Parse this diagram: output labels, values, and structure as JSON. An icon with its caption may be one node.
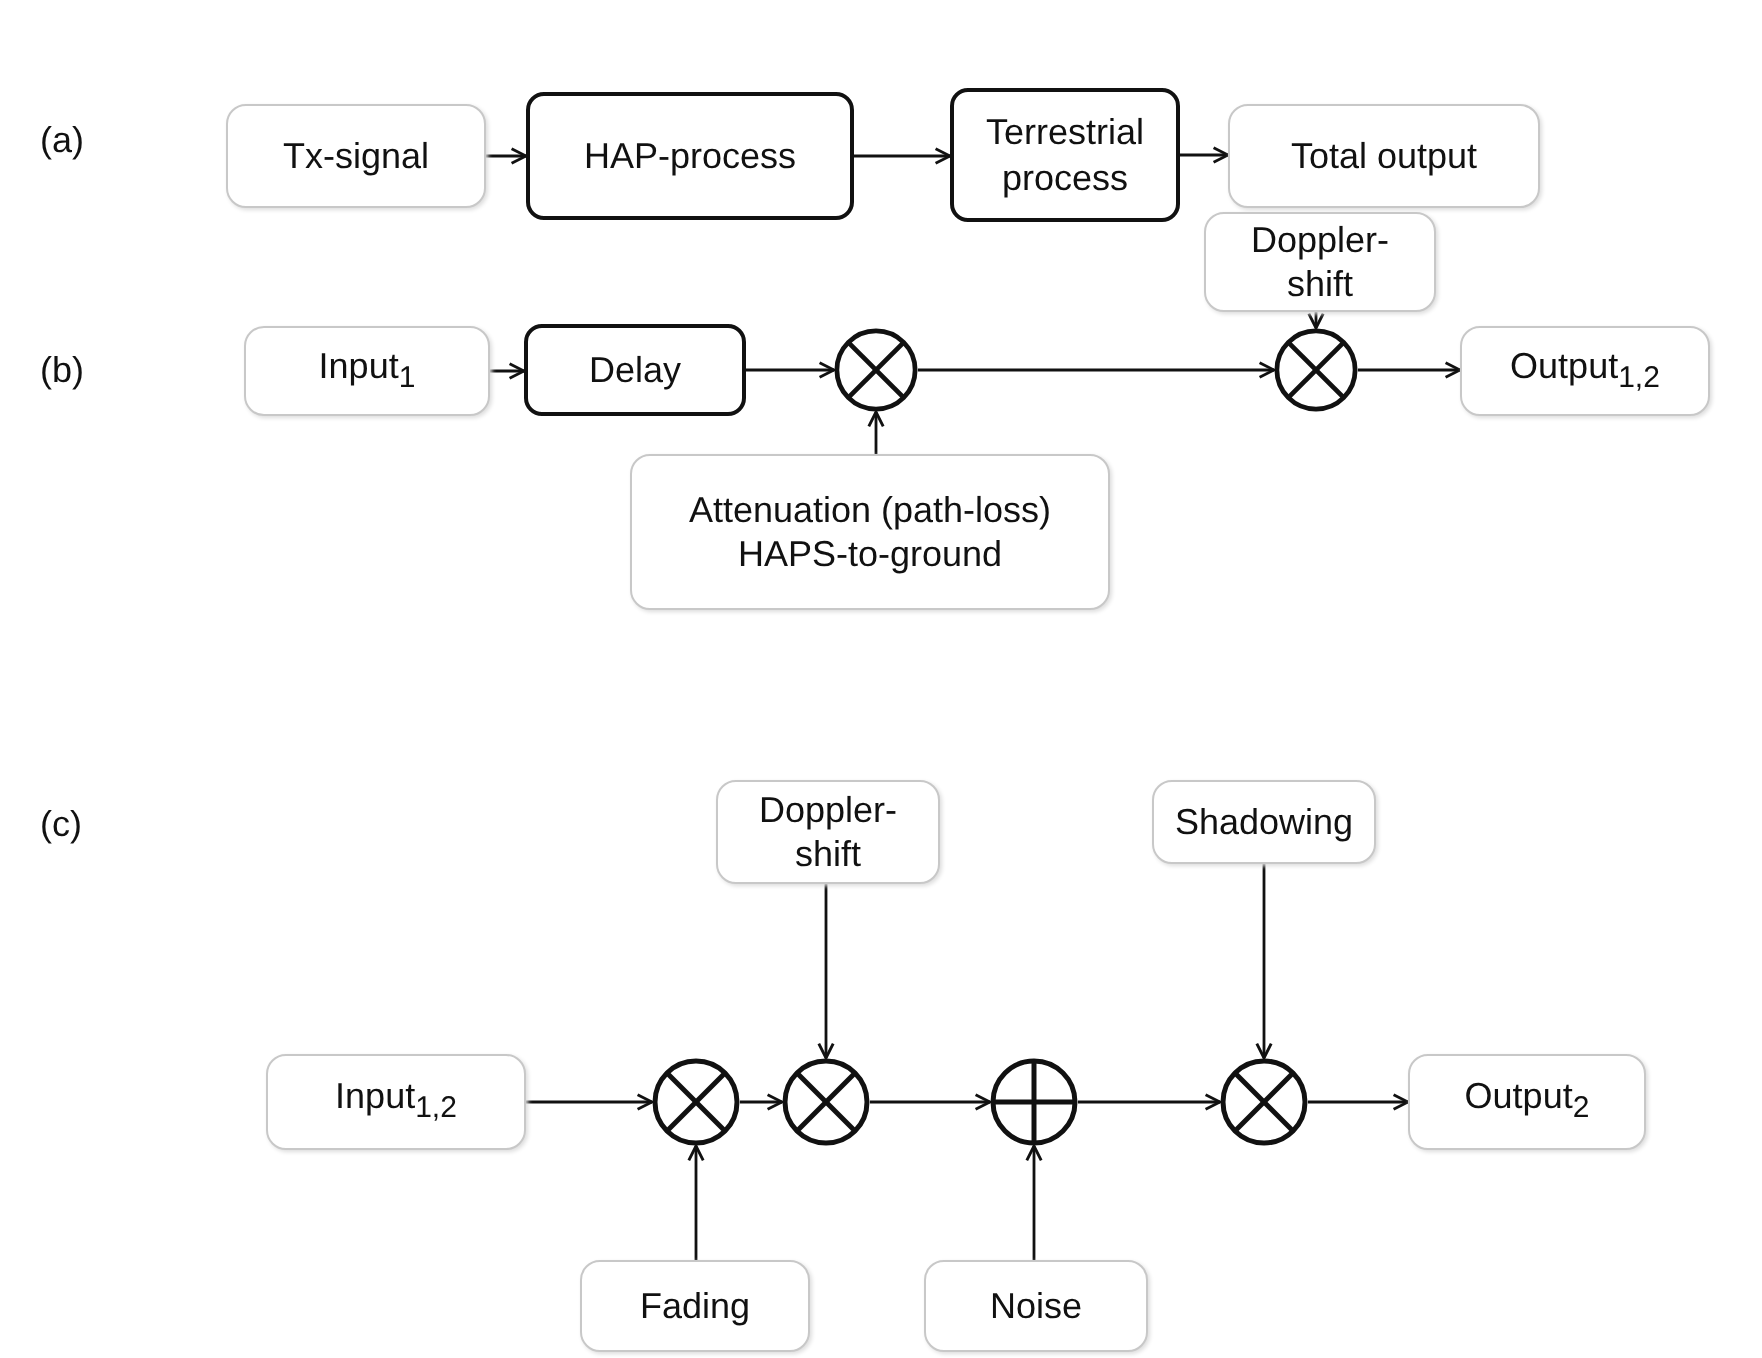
{
  "diagram": {
    "nodes": [
      {
        "text": [
          "Tx-signal"
        ]
      },
      {
        "text": [
          "HAP-process"
        ]
      },
      {
        "text": [
          "Terrestrial process"
        ]
      },
      {
        "text": [
          "Total output"
        ]
      },
      {
        "text": [
          "Doppler-shift"
        ]
      },
      {
        "text": [
          "Input$_{1}$"
        ]
      },
      {
        "text": [
          "Delay"
        ]
      },
      {
        "text": [],
        "shape": "circle"
      },
      {
        "text": [],
        "shape": "circle"
      },
      {
        "text": [
          "Output$_{1,2}$"
        ]
      },
      {
        "text": [
          "Attenuation (path-loss) HAPS-to-ground"
        ]
      },
      {
        "text": [
          "Doppler-shift"
        ]
      },
      {
        "text": [
          "Shadowing"
        ]
      },
      {
        "text": [
          "Input$_{1,2}$"
        ]
      },
      {
        "text": [],
        "shape": "circle"
      },
      {
        "text": [],
        "shape": "circle"
      },
      {
        "text": [],
        "shape": "circle"
      },
      {
        "text": [],
        "shape": "circle"
      },
      {
        "text": [
          "Output$_{2}$"
        ]
      },
      {
        "text": [
          "Fading"
        ]
      },
      {
        "text": [
          "Noise"
        ]
      }
    ],
    "edges": [
      {
        "from": 0,
        "to": 1,
        "arrow": "to"
      },
      {
        "from": 1,
        "to": 2,
        "arrow": "to"
      },
      {
        "from": 2,
        "to": 3,
        "arrow": "to"
      },
      {
        "from": 5,
        "to": 6,
        "arrow": "to"
      },
      {
        "from": 6,
        "to": 7,
        "arrow": "to"
      },
      {
        "from": 10,
        "to": 7,
        "arrow": "to"
      },
      {
        "from": 7,
        "to": 8,
        "arrow": "to"
      },
      {
        "from": 4,
        "to": 8,
        "arrow": "to"
      },
      {
        "from": 8,
        "to": 9,
        "arrow": "to"
      },
      {
        "from": 13,
        "to": 14,
        "arrow": "to"
      },
      {
        "from": 19,
        "to": 14,
        "arrow": "to"
      },
      {
        "from": 14,
        "to": 15,
        "arrow": "to"
      },
      {
        "from": 11,
        "to": 15,
        "arrow": "to"
      },
      {
        "from": 15,
        "to": 16,
        "arrow": "to"
      },
      {
        "from": 20,
        "to": 16,
        "arrow": "to"
      },
      {
        "from": 16,
        "to": 17,
        "arrow": "to"
      },
      {
        "from": 12,
        "to": 17,
        "arrow": "to"
      },
      {
        "from": 17,
        "to": 18,
        "arrow": "to"
      }
    ],
    "labels": [
      "(a)",
      "(b)",
      "(c)"
    ]
  }
}
